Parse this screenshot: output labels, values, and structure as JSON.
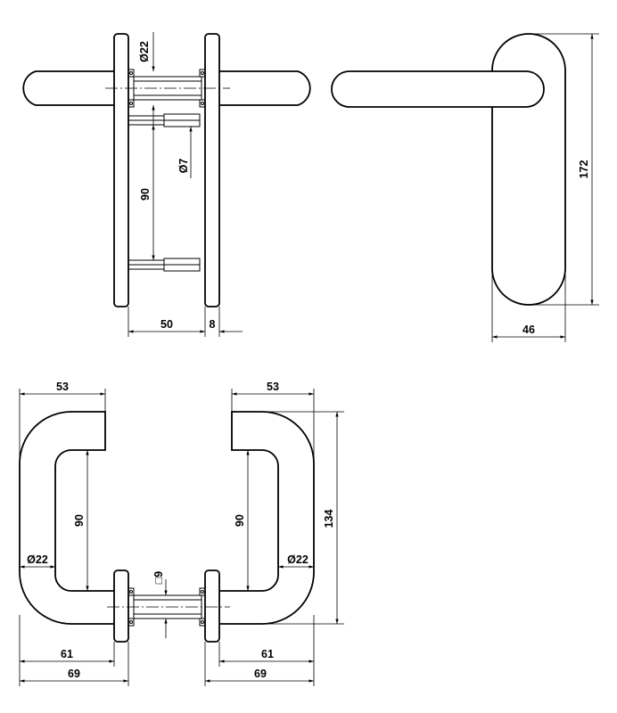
{
  "dimensions": {
    "side_dia_top": "Ø22",
    "side_dia_spindle": "Ø7",
    "side_spacing": "90",
    "side_rose_offset": "50",
    "side_rose_thickness": "8",
    "front_height": "172",
    "front_width": "46",
    "left_width_top": "53",
    "left_height": "90",
    "left_dia": "Ø22",
    "left_width_61": "61",
    "left_width_69": "69",
    "spindle_square": "□9",
    "right_width_top": "53",
    "right_height": "90",
    "right_total_height": "134",
    "right_dia": "Ø22",
    "right_width_61": "61",
    "right_width_69": "69"
  }
}
